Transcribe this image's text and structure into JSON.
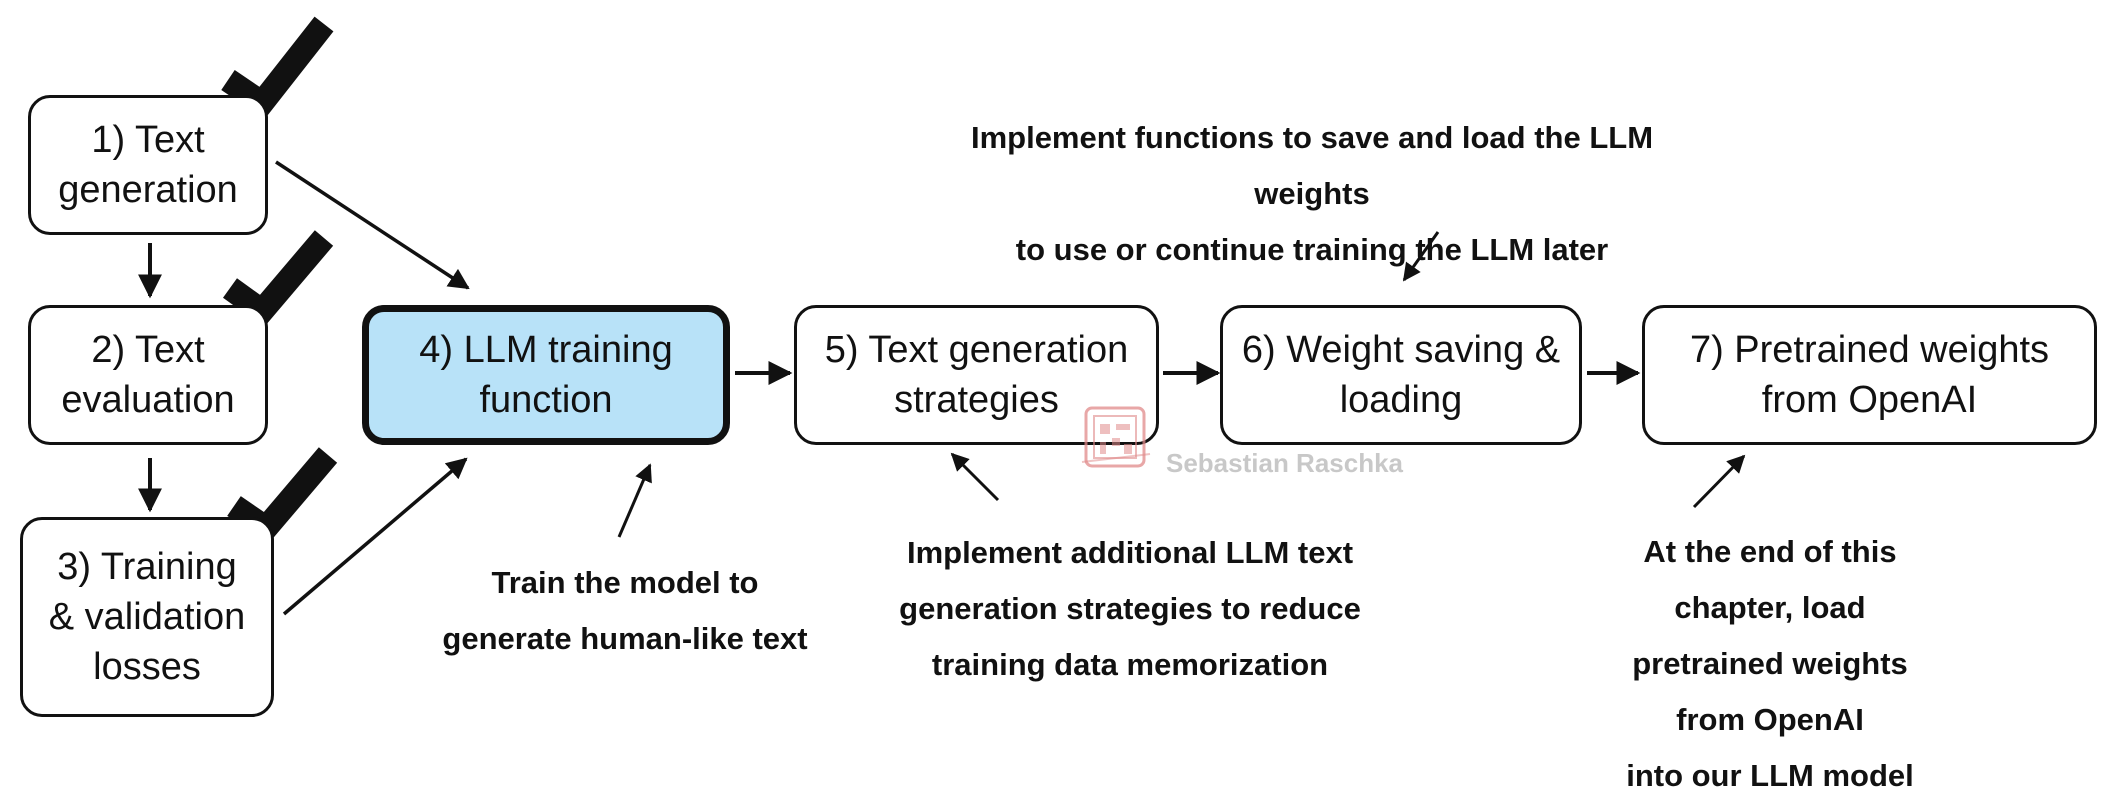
{
  "boxes": {
    "b1": "1) Text\ngeneration",
    "b2": "2) Text\nevaluation",
    "b3": "3) Training\n& validation\nlosses",
    "b4": "4) LLM training\nfunction",
    "b5": "5) Text generation\nstrategies",
    "b6": "6) Weight saving &\nloading",
    "b7": "7) Pretrained weights\nfrom OpenAI"
  },
  "notes": {
    "n4": "Train the model to\ngenerate human-like text",
    "n5": "Implement additional LLM text\ngeneration strategies to reduce\ntraining data memorization",
    "n6": "Implement functions to save and load the LLM weights\nto use or continue training the LLM later",
    "n7": "At the end of this chapter, load\npretrained weights from OpenAI\ninto our LLM model"
  },
  "watermark": {
    "text": "Sebastian Raschka"
  },
  "colors": {
    "stroke": "#111111",
    "active_fill": "#b8e2f8",
    "watermark": "#e08a8a"
  },
  "icons": {
    "completed": "checkmark-icon"
  }
}
